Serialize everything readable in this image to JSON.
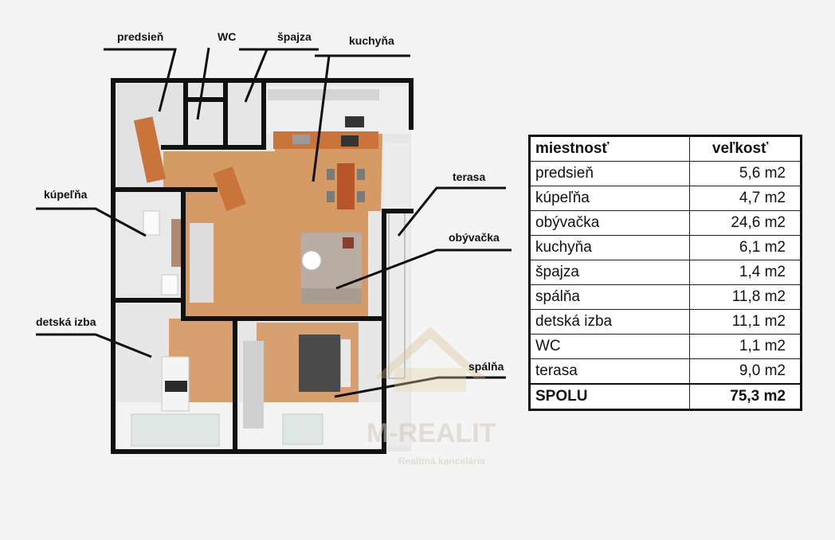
{
  "labels": {
    "predsien": "predsieň",
    "wc": "WC",
    "spajza": "špajza",
    "kuchyna": "kuchyňa",
    "kupelna": "kúpeľňa",
    "terasa": "terasa",
    "obyvacka": "obývačka",
    "detska_izba": "detská izba",
    "spalna": "spálňa"
  },
  "table": {
    "header_room": "miestnosť",
    "header_size": "veľkosť",
    "rows": [
      {
        "name": "predsieň",
        "size": "5,6  m2"
      },
      {
        "name": "kúpeľňa",
        "size": "4,7  m2"
      },
      {
        "name": "obývačka",
        "size": "24,6  m2"
      },
      {
        "name": "kuchyňa",
        "size": "6,1  m2"
      },
      {
        "name": "špajza",
        "size": "1,4  m2"
      },
      {
        "name": "spálňa",
        "size": "11,8  m2"
      },
      {
        "name": "detská izba",
        "size": "11,1  m2"
      },
      {
        "name": "WC",
        "size": "1,1  m2"
      },
      {
        "name": "terasa",
        "size": "9,0  m2"
      }
    ],
    "total_label": "SPOLU",
    "total_size": "75,3 m2"
  },
  "watermark": {
    "brand": "M-REALIT",
    "tagline": "Realitná kancelária"
  },
  "colors": {
    "wall": "#111111",
    "floor_wood": "#d69a66",
    "floor_tile": "#ececec",
    "counter": "#c8743a",
    "sofa": "#b9ada3"
  }
}
